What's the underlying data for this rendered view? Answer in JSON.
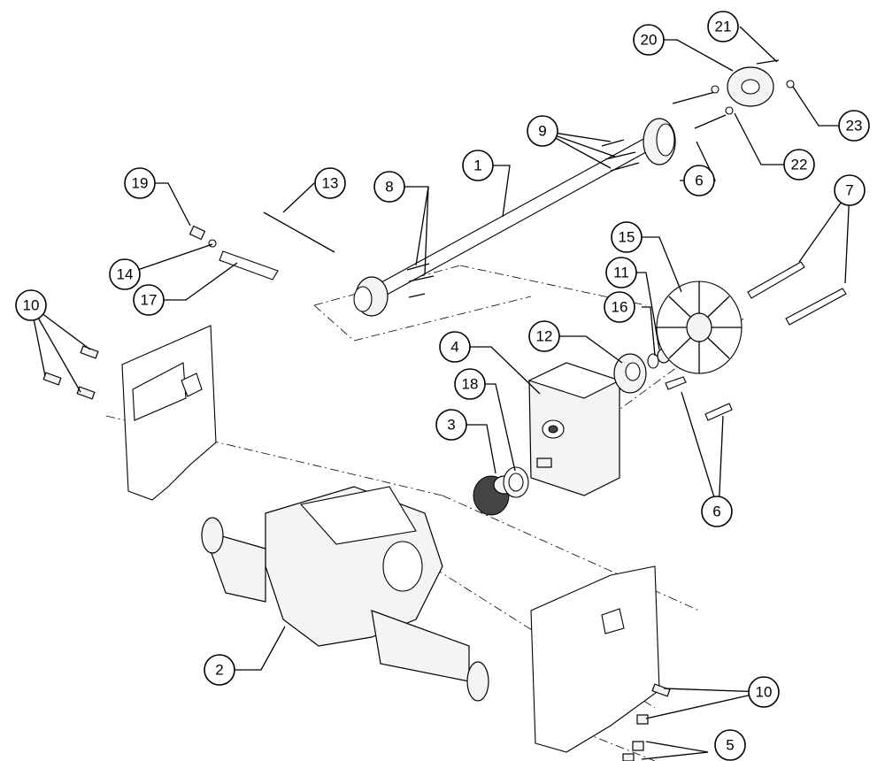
{
  "callouts": {
    "c1": "1",
    "c2": "2",
    "c3": "3",
    "c4": "4",
    "c5": "5",
    "c6a": "6",
    "c6b": "6",
    "c7": "7",
    "c8": "8",
    "c9": "9",
    "c10a": "10",
    "c10b": "10",
    "c11": "11",
    "c12": "12",
    "c13": "13",
    "c14": "14",
    "c15": "15",
    "c16": "16",
    "c17": "17",
    "c18": "18",
    "c19": "19",
    "c20": "20",
    "c21": "21",
    "c22": "22",
    "c23": "23"
  }
}
